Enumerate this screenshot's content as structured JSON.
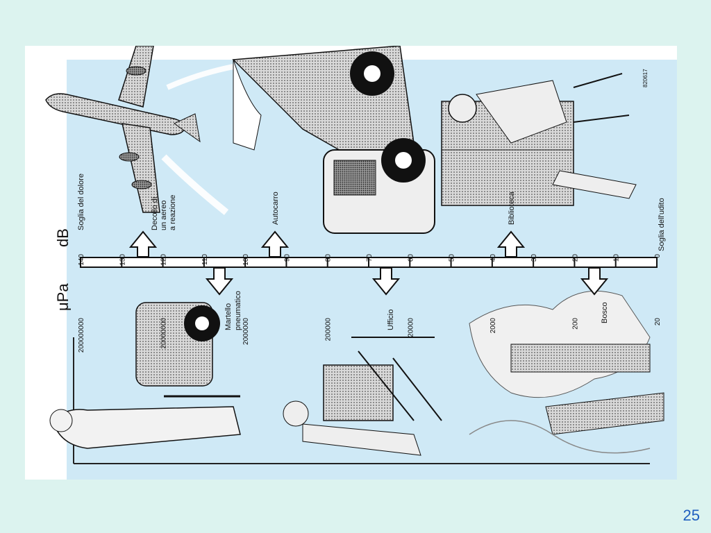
{
  "diagram": {
    "units": {
      "upa": "μPa",
      "db": "dB"
    },
    "upa_ticks": [
      "200000000",
      "20000000",
      "2000000",
      "200000",
      "20000",
      "2000",
      "200",
      "20"
    ],
    "db_ticks": [
      "140",
      "130",
      "120",
      "110",
      "100",
      "90",
      "80",
      "70",
      "60",
      "50",
      "40",
      "30",
      "20",
      "10",
      "0"
    ],
    "labels": {
      "pain_threshold": "Soglia del dolore",
      "jet_takeoff_1": "Decollo di",
      "jet_takeoff_2": "un aereo",
      "jet_takeoff_3": "a reazione",
      "truck": "Autocarro",
      "library": "Biblioteca",
      "hearing_threshold": "Soglia dell'udito",
      "jackhammer_1": "Martello",
      "jackhammer_2": "pneumatico",
      "office": "Ufficio",
      "forest": "Bosco",
      "credit": "820617"
    }
  },
  "page_number": "25",
  "colors": {
    "background": "#dcf3ef",
    "sky": "#cfe9f6",
    "page_number": "#1f5fbf"
  }
}
